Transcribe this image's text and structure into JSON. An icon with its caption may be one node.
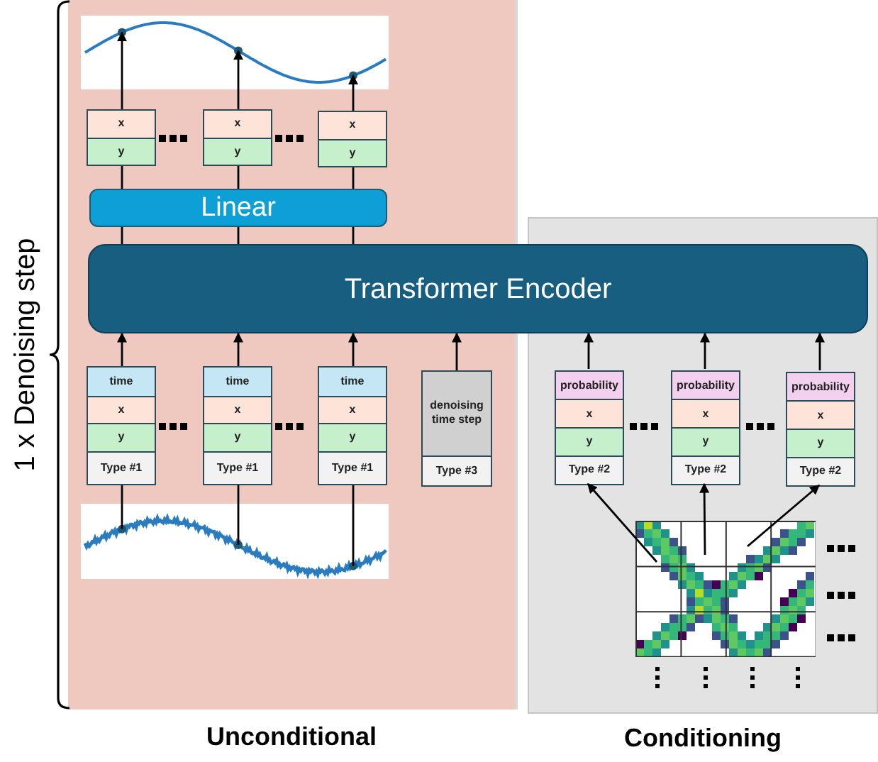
{
  "diagram": {
    "nodes": [
      {
        "text": [
          "Unconditional"
        ]
      },
      {
        "text": [
          "Conditioning"
        ]
      },
      {
        "text": [],
        "shape": "picture",
        "in": 0
      },
      {
        "text": [
          "x",
          "y"
        ],
        "in": 0
      },
      {
        "text": [
          "x",
          "y"
        ],
        "in": 0
      },
      {
        "text": [
          "x",
          "y"
        ],
        "in": 0
      },
      {
        "text": [
          "Linear"
        ],
        "in": 0
      },
      {
        "text": [
          "Transformer Encoder"
        ]
      },
      {
        "text": [
          "time",
          "x",
          "y",
          "Type #1"
        ],
        "in": 0
      },
      {
        "text": [
          "time",
          "x",
          "y",
          "Type #1"
        ],
        "in": 0
      },
      {
        "text": [
          "time",
          "x",
          "y",
          "Type #1"
        ],
        "in": 0
      },
      {
        "text": [
          "denoising time step",
          "Type #3"
        ],
        "in": 0
      },
      {
        "text": [],
        "shape": "picture",
        "in": 0
      },
      {
        "text": [
          "probability",
          "x",
          "y",
          "Type #2"
        ],
        "in": 1
      },
      {
        "text": [
          "probability",
          "x",
          "y",
          "Type #2"
        ],
        "in": 1
      },
      {
        "text": [
          "probability",
          "x",
          "y",
          "Type #2"
        ],
        "in": 1
      },
      {
        "text": [],
        "shape": "picture",
        "in": 1
      }
    ],
    "edges": [
      {
        "from": 3,
        "to": 2,
        "arrow": "to"
      },
      {
        "from": 4,
        "to": 2,
        "arrow": "to"
      },
      {
        "from": 5,
        "to": 2,
        "arrow": "to"
      },
      {
        "from": 6,
        "to": 3,
        "arrow": "none"
      },
      {
        "from": 6,
        "to": 4,
        "arrow": "none"
      },
      {
        "from": 6,
        "to": 5,
        "arrow": "none"
      },
      {
        "from": 7,
        "to": 6,
        "arrow": "none"
      },
      {
        "from": 7,
        "to": 6,
        "arrow": "none"
      },
      {
        "from": 7,
        "to": 6,
        "arrow": "none"
      },
      {
        "from": 8,
        "to": 7,
        "arrow": "to"
      },
      {
        "from": 9,
        "to": 7,
        "arrow": "to"
      },
      {
        "from": 10,
        "to": 7,
        "arrow": "to"
      },
      {
        "from": 11,
        "to": 7,
        "arrow": "to"
      },
      {
        "from": 12,
        "to": 8,
        "arrow": "none"
      },
      {
        "from": 12,
        "to": 9,
        "arrow": "none"
      },
      {
        "from": 12,
        "to": 10,
        "arrow": "none"
      },
      {
        "from": 13,
        "to": 7,
        "arrow": "to"
      },
      {
        "from": 14,
        "to": 7,
        "arrow": "to"
      },
      {
        "from": 15,
        "to": 7,
        "arrow": "to"
      },
      {
        "from": 16,
        "to": 13,
        "arrow": "to"
      },
      {
        "from": 16,
        "to": 14,
        "arrow": "to"
      },
      {
        "from": 16,
        "to": 15,
        "arrow": "to"
      }
    ],
    "labels": [
      "1 x Denoising step"
    ]
  }
}
